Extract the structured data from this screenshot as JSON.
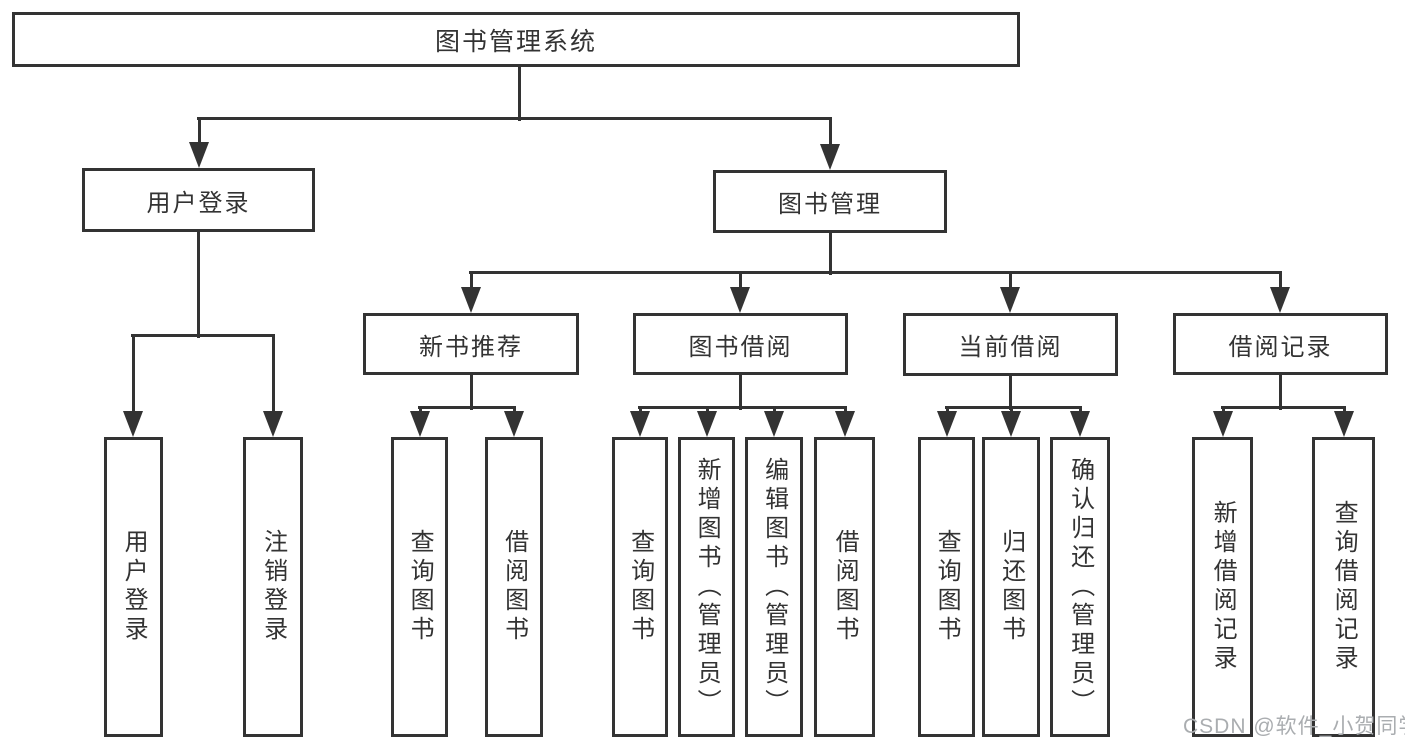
{
  "nodes": {
    "root": "图书管理系统",
    "user_login": "用户登录",
    "book_mgmt": "图书管理",
    "new_book_rec": "新书推荐",
    "book_borrow": "图书借阅",
    "current_borrow": "当前借阅",
    "borrow_record": "借阅记录",
    "leaf_user_login": "用户登录",
    "leaf_logout": "注销登录",
    "leaf_rec_query": "查询图书",
    "leaf_rec_borrow": "借阅图书",
    "leaf_bb_query": "查询图书",
    "leaf_bb_add": "新增图书（管理员）",
    "leaf_bb_edit": "编辑图书（管理员）",
    "leaf_bb_borrow": "借阅图书",
    "leaf_cb_query": "查询图书",
    "leaf_cb_return": "归还图书",
    "leaf_cb_confirm": "确认归还（管理员）",
    "leaf_br_add": "新增借阅记录",
    "leaf_br_query": "查询借阅记录"
  },
  "watermark": "CSDN @软件_小贺同学",
  "colors": {
    "line": "#333333",
    "text": "#333333",
    "watermark": "#aaadb0",
    "background": "#ffffff"
  }
}
